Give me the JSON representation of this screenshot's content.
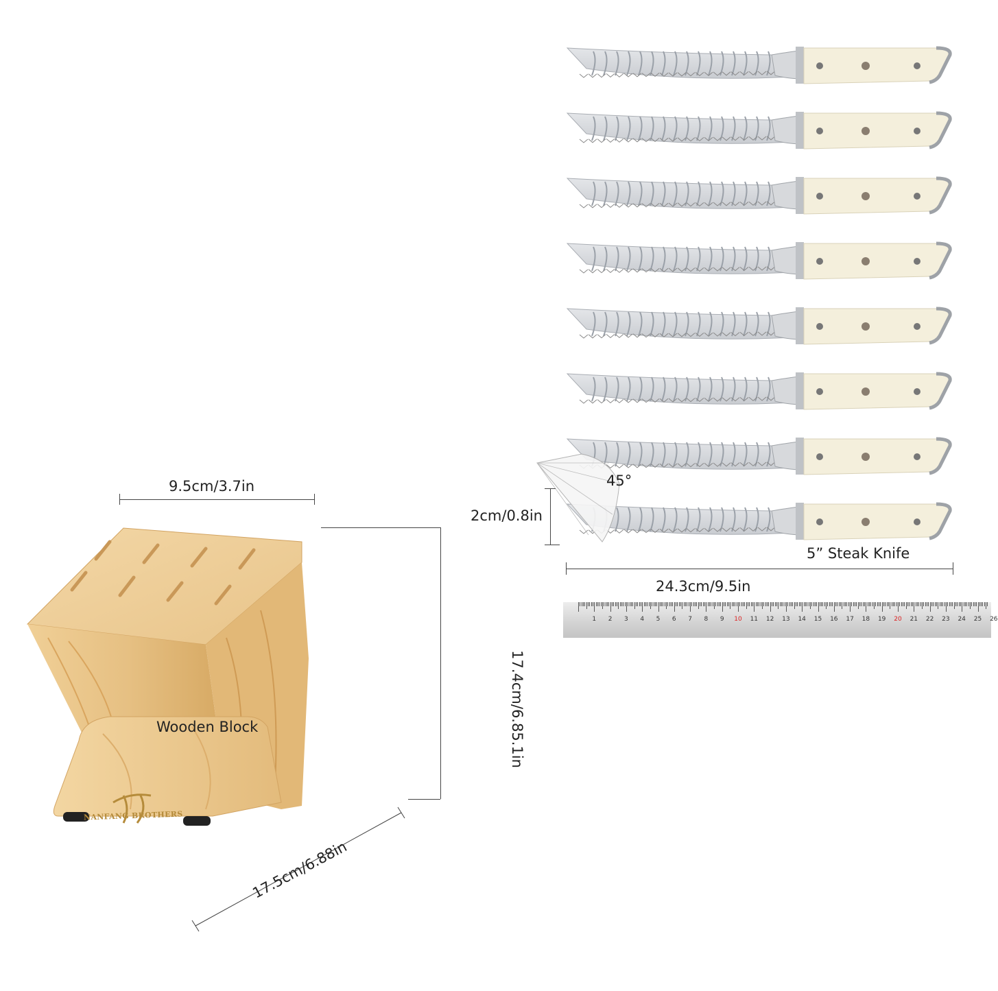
{
  "labels": {
    "block_width": "9.5cm/3.7in",
    "block_height": "17.4cm/6.85.1in",
    "block_depth": "17.5cm/6.88in",
    "block_caption": "Wooden Block",
    "knife_height": "2cm/0.8in",
    "angle": "45°",
    "knife_caption": "5” Steak Knife",
    "knife_length": "24.3cm/9.5in",
    "brand": "NANFANG BROTHERS"
  },
  "ruler": {
    "numbers": [
      "1",
      "2",
      "3",
      "4",
      "5",
      "6",
      "7",
      "8",
      "9",
      "10",
      "11",
      "12",
      "13",
      "14",
      "15",
      "16",
      "17",
      "18",
      "19",
      "20",
      "21",
      "22",
      "23",
      "24",
      "25",
      "26"
    ],
    "highlight": [
      "10",
      "20"
    ]
  },
  "knives": {
    "count": 8
  },
  "colors": {
    "wood": "#e9c98e",
    "wood_dark": "#d9ad6a",
    "handle": "#f4efdc",
    "blade": "#c9ccd1",
    "ruler_red": "#dd2222"
  }
}
